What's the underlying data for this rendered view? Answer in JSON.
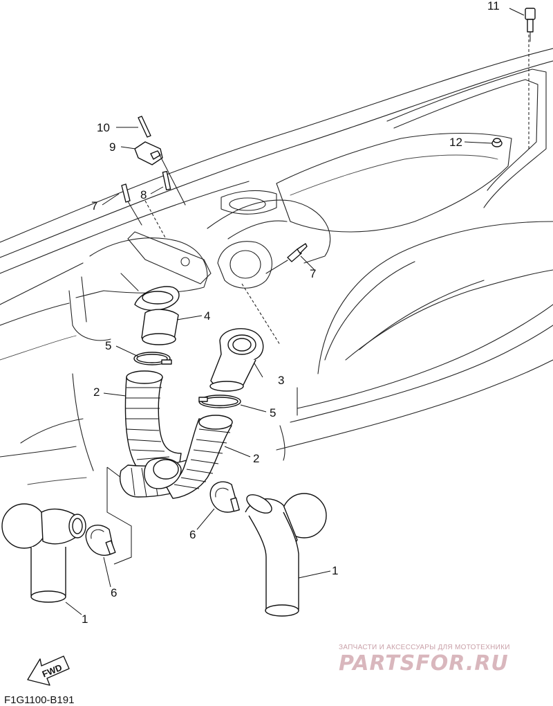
{
  "callouts": {
    "c1a": "1",
    "c1b": "1",
    "c2a": "2",
    "c2b": "2",
    "c3": "3",
    "c4": "4",
    "c5a": "5",
    "c5b": "5",
    "c6a": "6",
    "c6b": "6",
    "c7a": "7",
    "c7b": "7",
    "c8": "8",
    "c9": "9",
    "c10": "10",
    "c11": "11",
    "c12": "12"
  },
  "fwd_label": "FWD",
  "diagram_code": "F1G1100-B191",
  "watermark": {
    "tagline": "ЗАПЧАСТИ И АКСЕССУАРЫ ДЛЯ МОТОТЕХНИКИ",
    "brand": "PARTSFOR.RU"
  },
  "colors": {
    "line": "#111111",
    "background": "#ffffff",
    "watermark": "#d9b7bd"
  }
}
